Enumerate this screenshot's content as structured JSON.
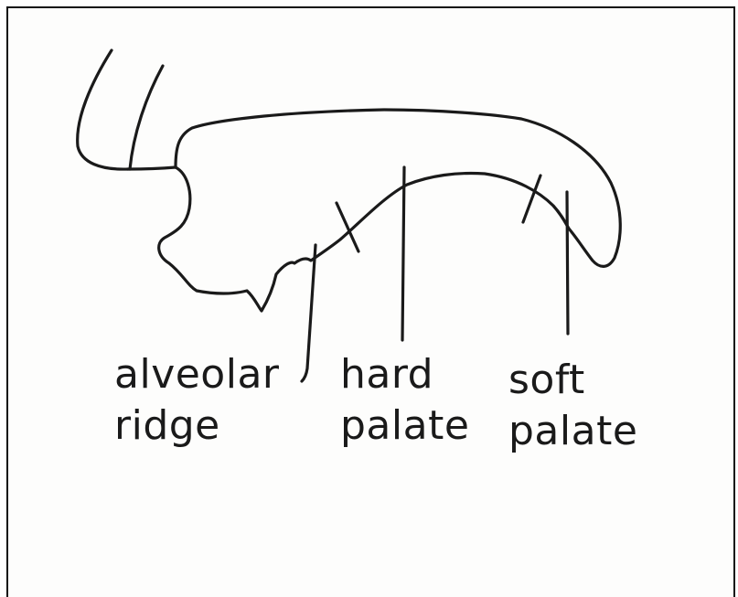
{
  "diagram": {
    "labels": {
      "alveolar_ridge": [
        "alveolar",
        "ridge"
      ],
      "hard_palate": [
        "hard",
        "palate"
      ],
      "soft_palate": [
        "soft",
        "palate"
      ]
    },
    "colors": {
      "ink": "#1a1a1a",
      "border": "#111111",
      "background": "#ffffff"
    }
  }
}
